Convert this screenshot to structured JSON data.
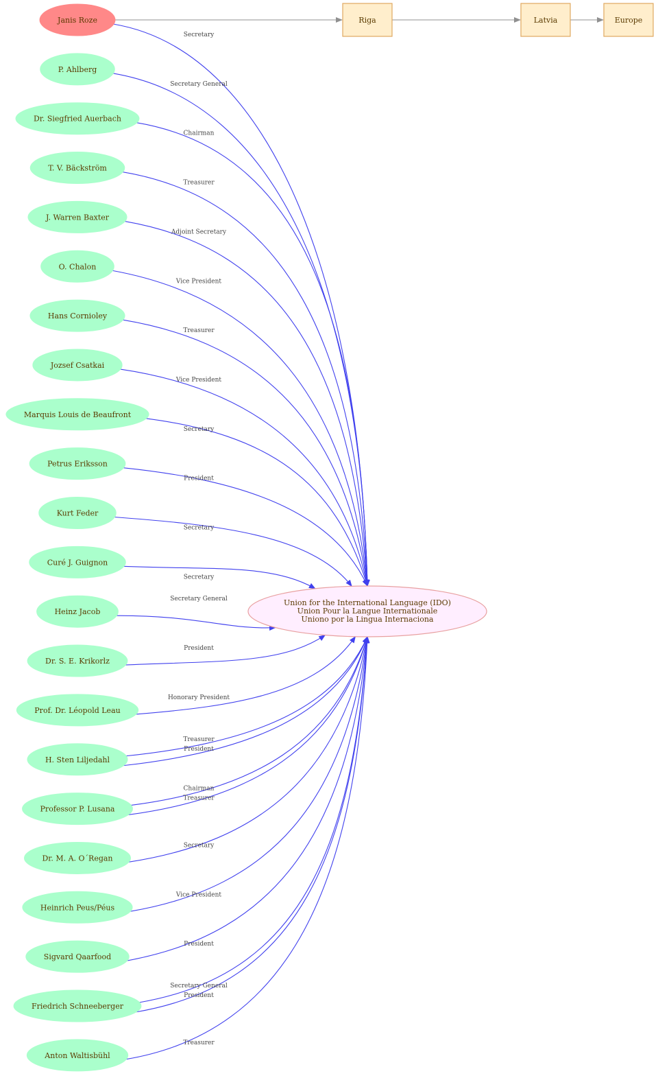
{
  "colors": {
    "person_fill": "#aaffcc",
    "highlight_fill": "#ff8888",
    "org_fill": "#ffeeff",
    "org_stroke": "#e8a0a0",
    "place_fill": "#ffeecc",
    "place_stroke": "#e0a860",
    "edge_blue": "#4040ee",
    "edge_gray": "#909090",
    "text": "#5a3a00",
    "label_text": "#444444"
  },
  "highlight_person": {
    "name": "Janis Roze",
    "role": "Secretary"
  },
  "organization": {
    "lines": [
      "Union for the International Language (IDO)",
      "Union Pour la Langue Internationale",
      "Uniono por la Lingua Internaciona"
    ]
  },
  "places": [
    "Riga",
    "Latvia",
    "Europe"
  ],
  "people": [
    {
      "name": "P. Ahlberg",
      "role": "Secretary General"
    },
    {
      "name": "Dr. Siegfried Auerbach",
      "role": "Chairman"
    },
    {
      "name": "T. V. Bäckström",
      "role": "Treasurer"
    },
    {
      "name": "J. Warren Baxter",
      "role": "Adjoint Secretary"
    },
    {
      "name": "O. Chalon",
      "role": "Vice President"
    },
    {
      "name": "Hans Cornioley",
      "role": "Treasurer"
    },
    {
      "name": "Jozsef Csatkai",
      "role": "Vice President"
    },
    {
      "name": "Marquis Louis de Beaufront",
      "role": "Secretary"
    },
    {
      "name": "Petrus Eriksson",
      "role": "President"
    },
    {
      "name": "Kurt Feder",
      "role": "Secretary"
    },
    {
      "name": "Curé J. Guignon",
      "role": "Secretary"
    },
    {
      "name": "Heinz Jacob",
      "role": "Secretary General"
    },
    {
      "name": "Dr. S. E. Krikorlz",
      "role": "President"
    },
    {
      "name": "Prof. Dr. Léopold Leau",
      "role": "Honorary President"
    },
    {
      "name": "H. Sten Liljedahl",
      "roles": [
        "Treasurer",
        "President"
      ]
    },
    {
      "name": "Professor P. Lusana",
      "roles": [
        "Chairman",
        "Treasurer"
      ]
    },
    {
      "name": "Dr. M. A. O´Regan",
      "role": "Secretary"
    },
    {
      "name": "Heinrich Peus/Péus",
      "role": "Vice President"
    },
    {
      "name": "Sigvard Qaarfood",
      "role": "President"
    },
    {
      "name": "Friedrich Schneeberger",
      "roles": [
        "Secretary General",
        "President"
      ]
    },
    {
      "name": "Anton Waltisbühl",
      "role": "Treasurer"
    }
  ]
}
